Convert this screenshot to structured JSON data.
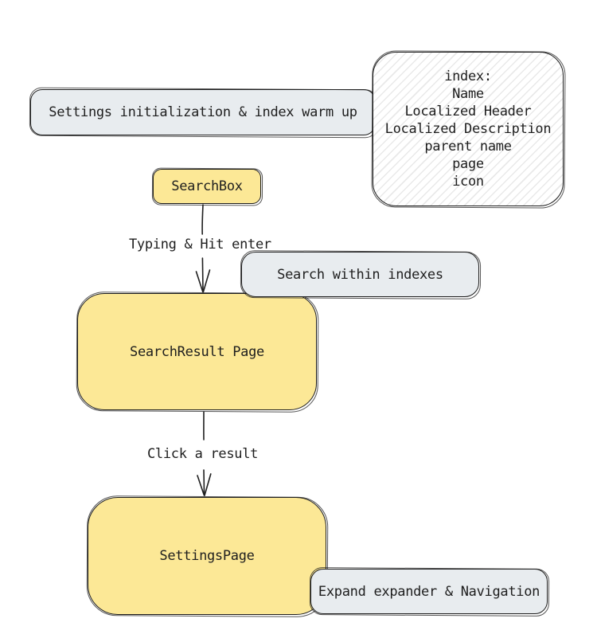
{
  "colors": {
    "stroke": "#1e1e1e",
    "yellow_fill": "#fce896",
    "grey_fill": "#e8ecef",
    "hatch": "#e9e9e9",
    "bg": "#ffffff"
  },
  "nodes": {
    "settings_init": {
      "label": "Settings initialization & index warm up"
    },
    "index_info": {
      "lines": [
        "index:",
        "Name",
        "Localized Header",
        "Localized Description",
        "parent name",
        "page",
        "icon"
      ]
    },
    "search_box": {
      "label": "SearchBox"
    },
    "search_within": {
      "label": "Search within indexes"
    },
    "search_result": {
      "label": "SearchResult Page"
    },
    "settings_page": {
      "label": "SettingsPage"
    },
    "expand_nav": {
      "label": "Expand expander & Navigation"
    }
  },
  "edges": {
    "typing": {
      "label": "Typing & Hit enter"
    },
    "click": {
      "label": "Click a result"
    }
  }
}
